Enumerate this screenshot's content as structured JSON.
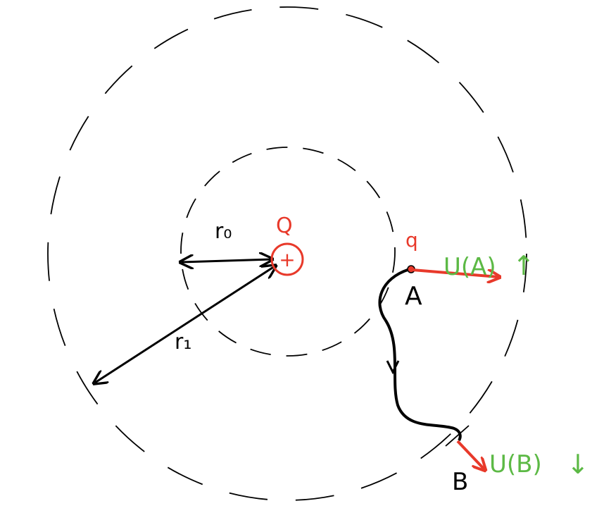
{
  "colors": {
    "ink": "#000000",
    "charge": "#e8392a",
    "potential": "#5cb945"
  },
  "labels": {
    "source_charge": "Q",
    "source_sign": "+",
    "inner_radius": "r₀",
    "outer_radius": "r₁",
    "test_charge": "q",
    "point_a": "A",
    "point_b": "B",
    "potential_a": "U(A)",
    "potential_a_trend": "↑",
    "potential_b": "U(B)",
    "potential_b_trend": "↓"
  }
}
